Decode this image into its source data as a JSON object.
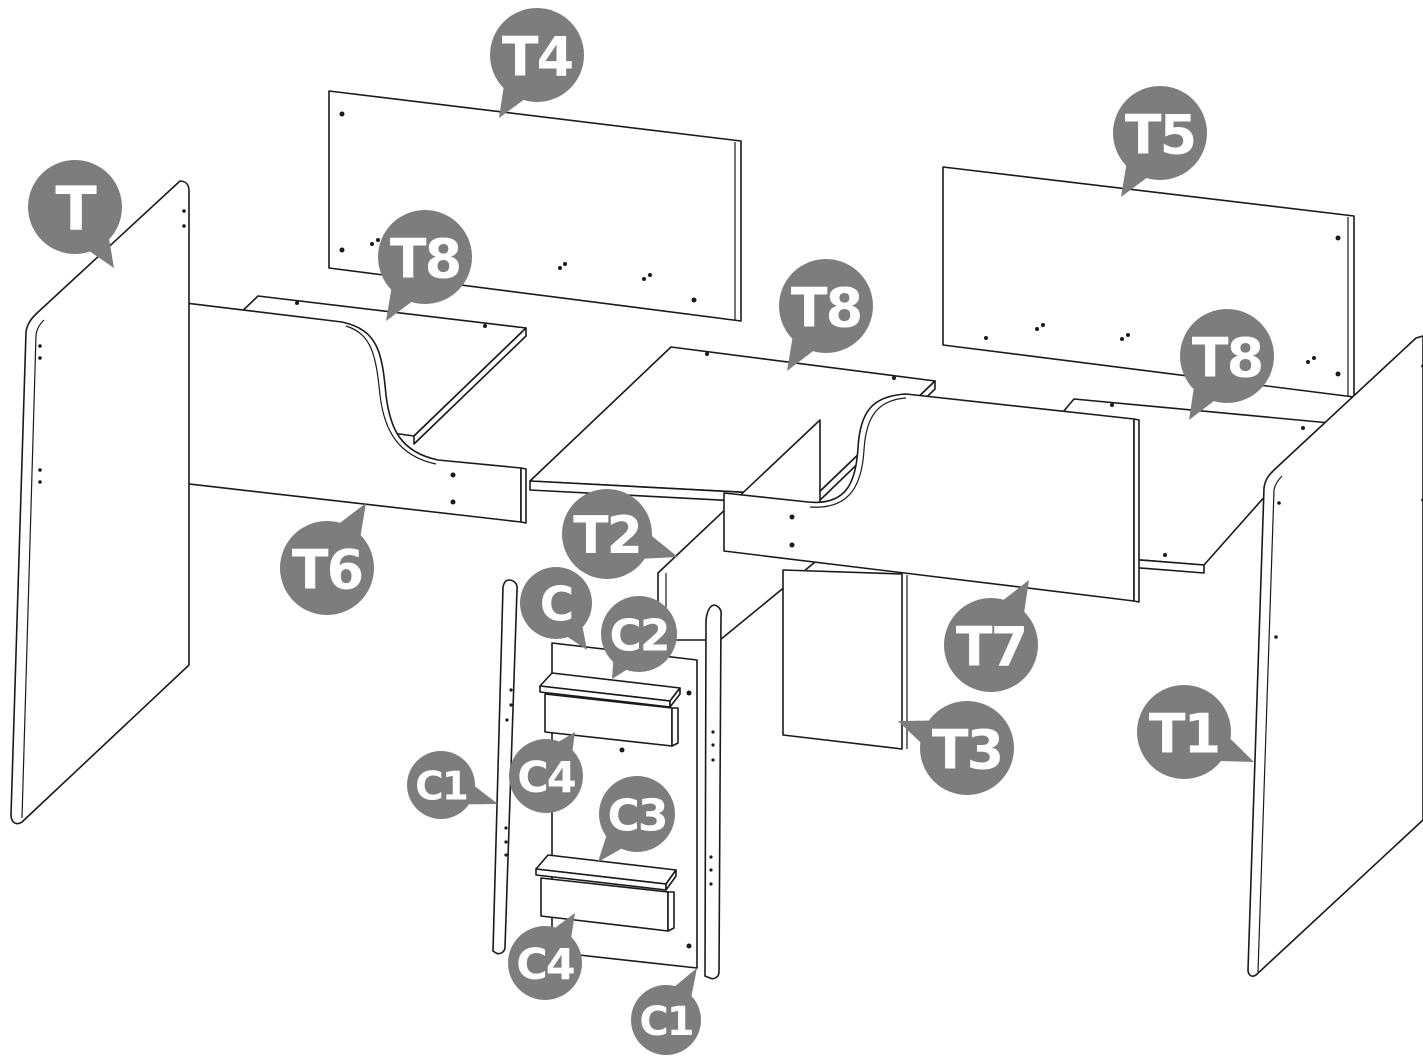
{
  "diagram": {
    "type": "exploded-assembly-view",
    "callout_color": "#7d7d7d",
    "callout_text_color": "#ffffff",
    "callouts": [
      {
        "id": "t4",
        "label": "T4",
        "part": "back-panel-left"
      },
      {
        "id": "t",
        "label": "T",
        "part": "side-panel-left"
      },
      {
        "id": "t8a",
        "label": "T8",
        "part": "shelf-left"
      },
      {
        "id": "t8b",
        "label": "T8",
        "part": "desktop-center"
      },
      {
        "id": "t5",
        "label": "T5",
        "part": "back-panel-right"
      },
      {
        "id": "t8c",
        "label": "T8",
        "part": "shelf-right"
      },
      {
        "id": "t6",
        "label": "T6",
        "part": "front-panel-left"
      },
      {
        "id": "t2",
        "label": "T2",
        "part": "divider-panel"
      },
      {
        "id": "c",
        "label": "C",
        "part": "ladder-back"
      },
      {
        "id": "c2",
        "label": "C2",
        "part": "ladder-step-top"
      },
      {
        "id": "t7",
        "label": "T7",
        "part": "front-panel-right"
      },
      {
        "id": "c4a",
        "label": "C4",
        "part": "ladder-riser-top"
      },
      {
        "id": "c1a",
        "label": "C1",
        "part": "ladder-side-left"
      },
      {
        "id": "c3",
        "label": "C3",
        "part": "ladder-step-bottom"
      },
      {
        "id": "t3",
        "label": "T3",
        "part": "support-panel"
      },
      {
        "id": "t1",
        "label": "T1",
        "part": "side-panel-right"
      },
      {
        "id": "c4b",
        "label": "C4",
        "part": "ladder-riser-bottom"
      },
      {
        "id": "c1b",
        "label": "C1",
        "part": "ladder-side-right"
      }
    ]
  }
}
